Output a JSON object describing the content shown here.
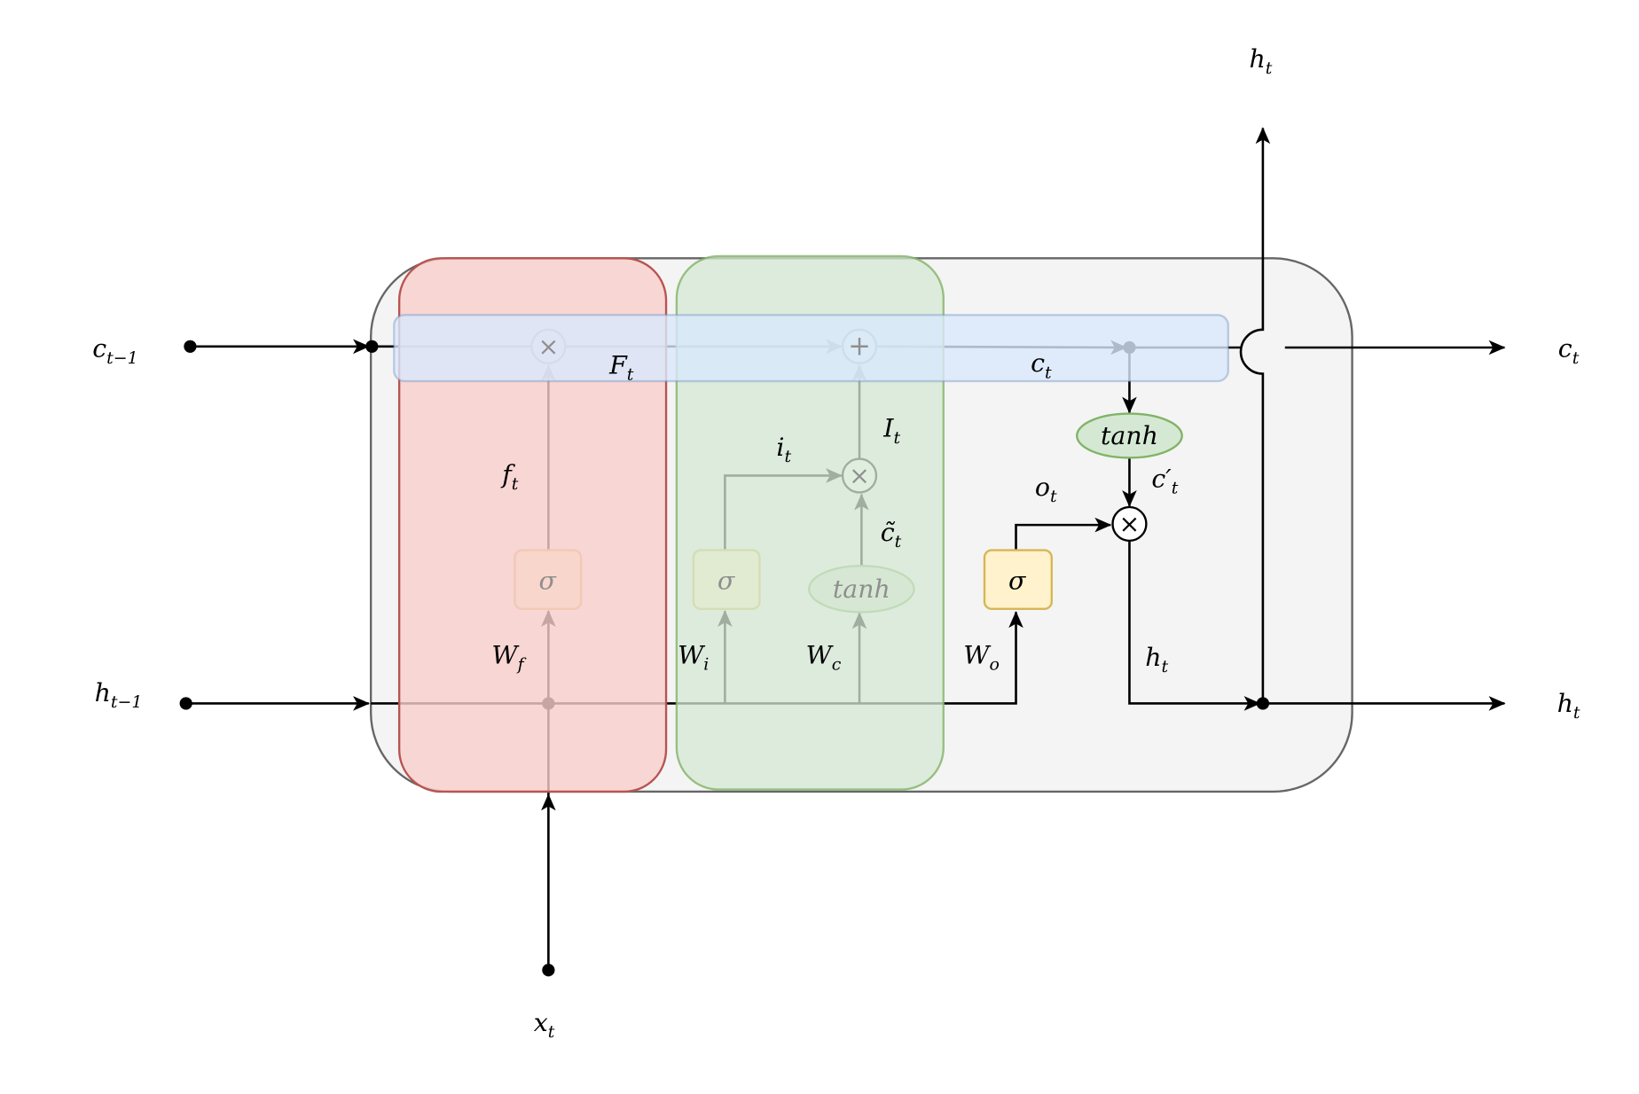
{
  "title": "LSTM cell diagram",
  "colors": {
    "cell_bg": "#f4f4f4",
    "forget_gate": "#f8cecc",
    "input_gate": "#d5e8d4",
    "cell_state_band": "#dae8fc",
    "output_sigma": "#fff2cc",
    "w_o_label": "#e53935"
  },
  "labels": {
    "c_prev": {
      "main": "c",
      "sub": "t−1"
    },
    "h_prev": {
      "main": "h",
      "sub": "t−1"
    },
    "x": {
      "main": "x",
      "sub": "t"
    },
    "h_top": {
      "main": "h",
      "sub": "t"
    },
    "c_out": {
      "main": "c",
      "sub": "t"
    },
    "h_out": {
      "main": "h",
      "sub": "t"
    },
    "F": {
      "main": "F",
      "sub": "t"
    },
    "c_mid": {
      "main": "c",
      "sub": "t"
    },
    "f": {
      "main": "f",
      "sub": "t"
    },
    "i": {
      "main": "i",
      "sub": "t"
    },
    "I": {
      "main": "I",
      "sub": "t"
    },
    "c_tilde": {
      "main": "c̃",
      "sub": "t"
    },
    "W_f": {
      "main": "W",
      "sub": "f"
    },
    "W_i": {
      "main": "W",
      "sub": "i"
    },
    "W_c": {
      "main": "W",
      "sub": "c"
    },
    "W_o": {
      "main": "W",
      "sub": "o"
    },
    "o": {
      "main": "o",
      "sub": "t"
    },
    "c_prime": {
      "main": "c′",
      "sub": "t"
    },
    "h_inner": {
      "main": "h",
      "sub": "t"
    }
  },
  "nodes": {
    "sigma": "σ",
    "tanh": "tanh",
    "multiply": "×",
    "add": "+"
  }
}
